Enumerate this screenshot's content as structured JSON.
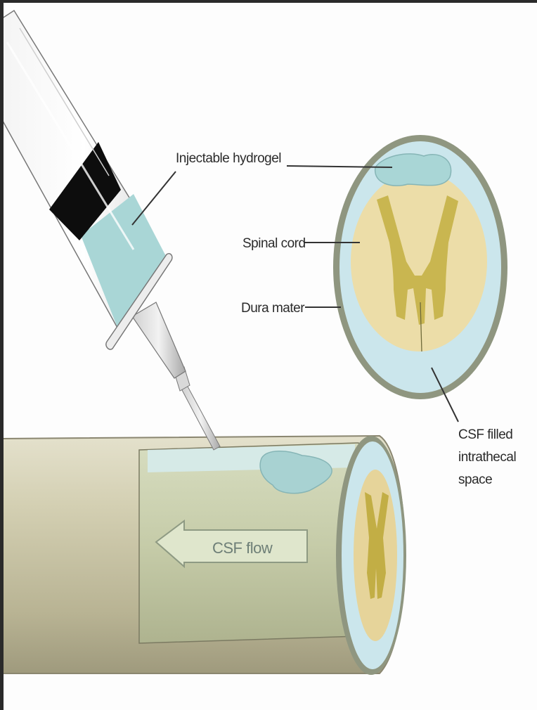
{
  "labels": {
    "injectable_hydrogel": "Injectable hydrogel",
    "spinal_cord": "Spinal cord",
    "dura_mater": "Dura mater",
    "csf_space_line1": "CSF filled",
    "csf_space_line2": "intrathecal",
    "csf_space_line3": "space",
    "csf_flow": "CSF flow"
  },
  "icons": {
    "syringe": "syringe-icon",
    "flow_arrow": "arrow-left-icon"
  },
  "colors": {
    "hydrogel": "#a9d6d6",
    "csf": "#cbe6ec",
    "dura": "#8f9680",
    "spinal_cord": "#ecdda8",
    "grey_matter": "#c9b650",
    "outer_tube": "#cdc9a9",
    "inner_tube": "#c8cfb0"
  }
}
